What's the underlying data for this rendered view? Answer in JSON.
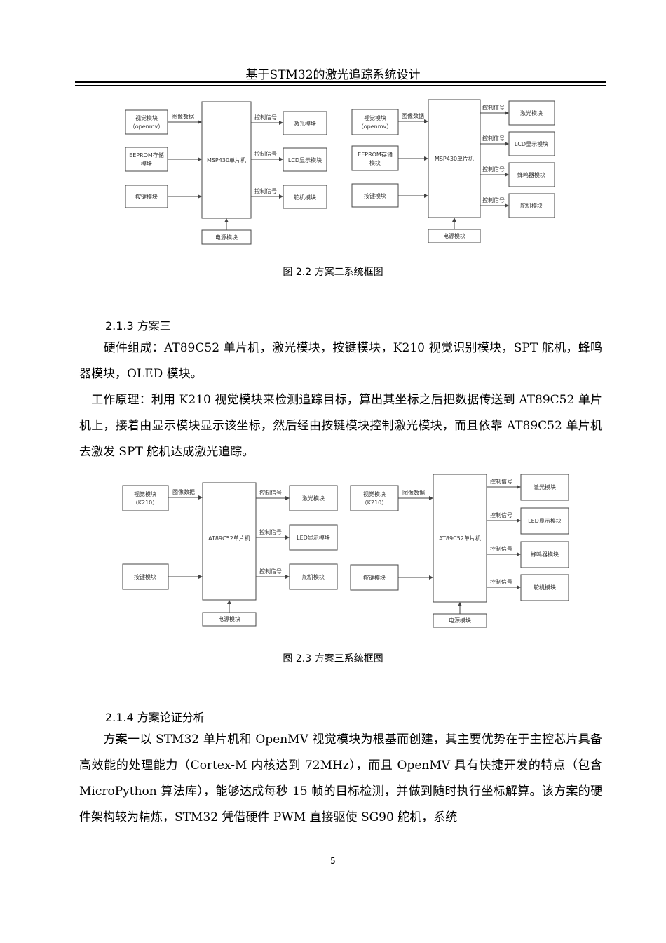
{
  "header": {
    "title": "基于STM32的激光追踪系统设计"
  },
  "figures": {
    "fig22": {
      "caption": "图 2.2 方案二系统框图",
      "left": {
        "in1": "视觉模块",
        "in1b": "（openmv）",
        "in1_arrow": "图像数据",
        "in2": "EEPROM存储",
        "in2b": "模块",
        "in3": "按键模块",
        "mcu": "MSP430单片机",
        "sig1": "控制信号",
        "sig2": "控制信号",
        "sig3": "控制信号",
        "out1": "激光模块",
        "out2": "LCD显示模块",
        "out3": "舵机模块",
        "power": "电源模块"
      },
      "right": {
        "in1": "视觉模块",
        "in1b": "（openmv）",
        "in1_arrow": "图像数据",
        "in2": "EEPROM存储",
        "in2b": "模块",
        "in3": "按键模块",
        "mcu": "MSP430单片机",
        "sig1": "控制信号",
        "sig2": "控制信号",
        "sig3": "控制信号",
        "sig4": "控制信号",
        "out1": "激光模块",
        "out2": "LCD显示模块",
        "out3": "蜂鸣器模块",
        "out4": "舵机模块",
        "power": "电源模块"
      }
    },
    "fig23": {
      "caption": "图 2.3 方案三系统框图",
      "left": {
        "in1": "视觉模块",
        "in1b": "（K210）",
        "in1_arrow": "图像数据",
        "in3": "按键模块",
        "mcu": "AT89C52单片机",
        "sig1": "控制信号",
        "sig2": "控制信号",
        "sig3": "控制信号",
        "out1": "激光模块",
        "out2": "LED显示模块",
        "out3": "舵机模块",
        "power": "电源模块"
      },
      "right": {
        "in1": "视觉模块",
        "in1b": "（K210）",
        "in1_arrow": "图像数据",
        "in3": "按键模块",
        "mcu": "AT89C52单片机",
        "sig1": "控制信号",
        "sig2": "控制信号",
        "sig3": "控制信号",
        "sig4": "控制信号",
        "out1": "激光模块",
        "out2": "LED显示模块",
        "out3": "蜂鸣器模块",
        "out4": "舵机模块",
        "power": "电源模块"
      }
    }
  },
  "sections": {
    "s213": {
      "heading": "2.1.3 方案三",
      "p1": "　　硬件组成：AT89C52 单片机，激光模块，按键模块，K210 视觉识别模块，SPT 舵机，蜂鸣器模块，OLED 模块。",
      "p2": "　工作原理：利用 K210 视觉模块来检测追踪目标，算出其坐标之后把数据传送到 AT89C52 单片机上，接着由显示模块显示该坐标，然后经由按键模块控制激光模块，而且依靠 AT89C52 单片机去激发 SPT 舵机达成激光追踪。"
    },
    "s214": {
      "heading": "2.1.4 方案论证分析",
      "p1": "　　方案一以 STM32 单片机和 OpenMV 视觉模块为根基而创建，其主要优势在于主控芯片具备高效能的处理能力（Cortex-M 内核达到 72MHz），而且 OpenMV 具有快捷开发的特点（包含 MicroPython 算法库），能够达成每秒 15 帧的目标检测，并做到随时执行坐标解算。该方案的硬件架构较为精炼，STM32 凭借硬件 PWM 直接驱使 SG90 舵机，系统"
    }
  },
  "page_number": "5"
}
